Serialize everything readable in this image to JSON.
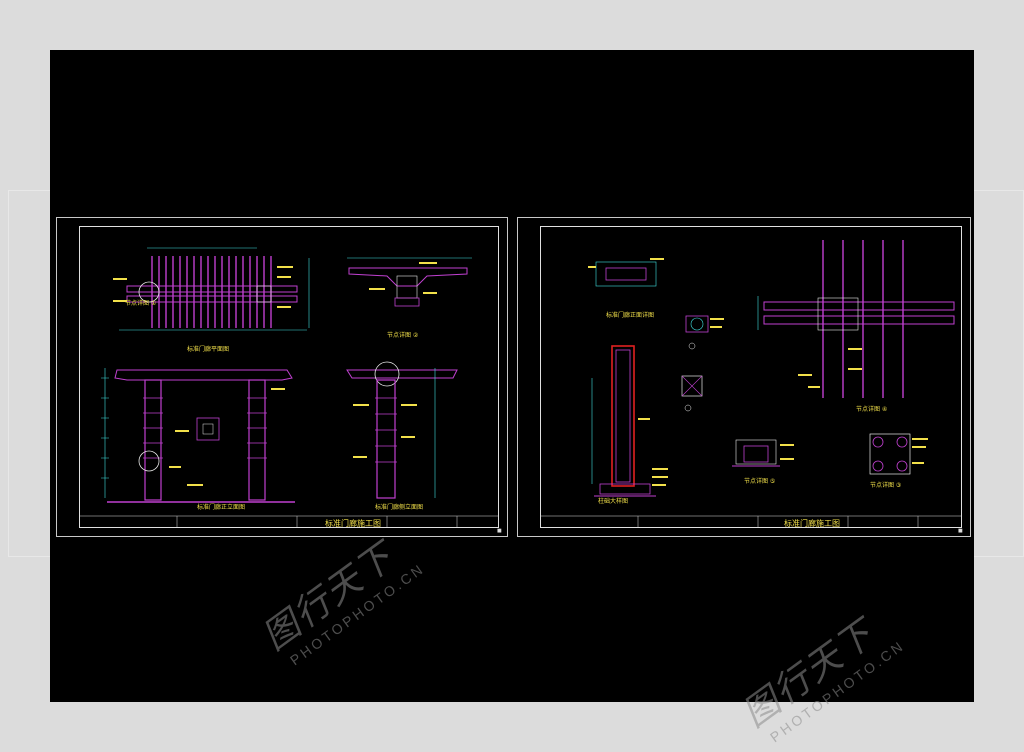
{
  "sheet_left": {
    "title_block": "标准门廊施工图",
    "labels": {
      "plan": "标准门廊平面图",
      "front_elev": "标准门廊正立面图",
      "side_elev": "标准门廊侧立面图",
      "node1": "节点详图 ①",
      "node2": "节点详图 ②",
      "node_left": "节点详图 ①"
    }
  },
  "sheet_right": {
    "title_block": "标准门廊施工图",
    "labels": {
      "top_plan": "标准门廊正面详图",
      "column": "柱础大样图",
      "node3": "节点详图 ③",
      "node4": "节点详图 ④",
      "node5": "节点详图 ⑤"
    }
  },
  "watermark": {
    "text_cn": "图行天下",
    "text_en": "PHOTOPHOTO.CN"
  },
  "colors": {
    "magenta": "#c040d0",
    "cyan": "#40e0e0",
    "yellow": "#f2e04a",
    "red": "#e02020",
    "white": "#e8e8e8"
  }
}
